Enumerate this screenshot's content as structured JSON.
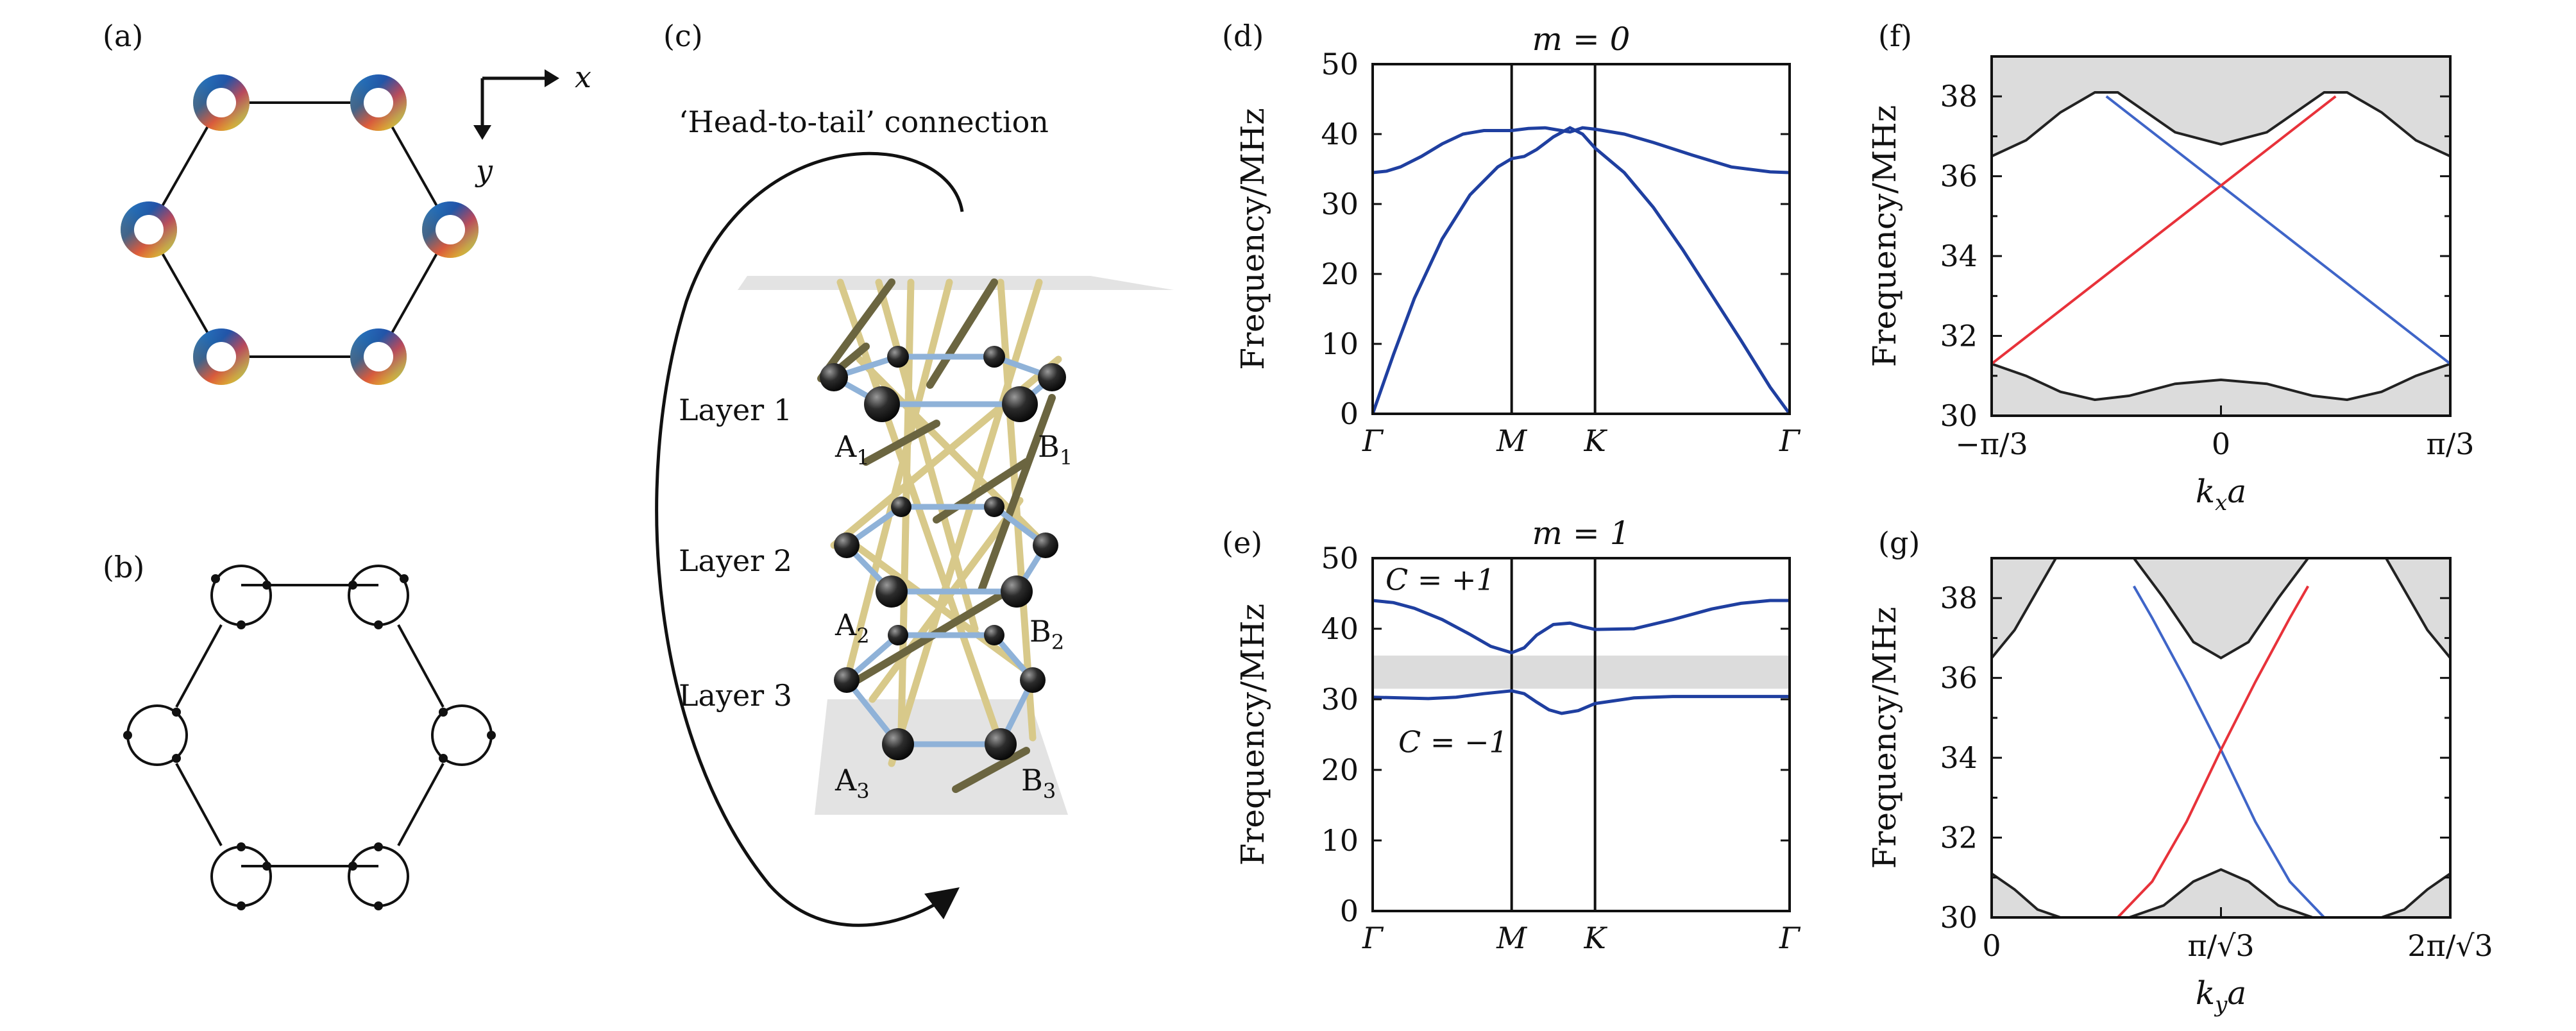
{
  "panel_labels": {
    "a": "(a)",
    "b": "(b)",
    "c": "(c)",
    "d": "(d)",
    "e": "(e)",
    "f": "(f)",
    "g": "(g)"
  },
  "panel_a": {
    "x_axis": "x",
    "y_axis": "y"
  },
  "panel_c": {
    "caption": "‘Head-to-tail’ connection",
    "layers": [
      "Layer 1",
      "Layer 2",
      "Layer 3"
    ],
    "sites": [
      {
        "base": "A",
        "sub": "1"
      },
      {
        "base": "B",
        "sub": "1"
      },
      {
        "base": "A",
        "sub": "2"
      },
      {
        "base": "B",
        "sub": "2"
      },
      {
        "base": "A",
        "sub": "3"
      },
      {
        "base": "B",
        "sub": "3"
      }
    ]
  },
  "colors": {
    "band_blue": "#1f3fa0",
    "edge_red": "#e8323a",
    "edge_blue": "#3f65c8",
    "gap_gray": "#dcdcdc",
    "bulk_black": "#222222"
  },
  "chart_data": [
    {
      "id": "d",
      "type": "line",
      "title": "m = 0",
      "ylabel": "Frequency/MHz",
      "ylim": [
        0,
        50
      ],
      "yticks": [
        "0",
        "10",
        "20",
        "30",
        "40",
        "50"
      ],
      "xticks": [
        "Γ",
        "M",
        "K",
        "Γ"
      ],
      "series": [
        {
          "x": [
            0,
            0.1,
            0.2,
            0.35,
            0.5,
            0.65,
            0.8,
            1.0,
            1.2,
            1.4,
            1.55,
            1.7,
            1.85,
            2.0,
            2.15,
            2.3,
            2.5,
            2.7,
            2.9,
            3.0
          ],
          "y": [
            34.5,
            34.7,
            35.3,
            36.8,
            38.6,
            40.0,
            40.5,
            40.5,
            40.8,
            40.9,
            40.6,
            40.3,
            40.9,
            40.7,
            40.0,
            38.8,
            37.0,
            35.3,
            34.6,
            34.5
          ]
        },
        {
          "x": [
            0,
            0.15,
            0.3,
            0.5,
            0.7,
            0.9,
            1.0,
            1.15,
            1.3,
            1.5,
            1.7,
            1.85,
            2.0,
            2.15,
            2.3,
            2.45,
            2.6,
            2.75,
            2.9,
            3.0
          ],
          "y": [
            0,
            8.5,
            16.5,
            25.0,
            31.3,
            35.3,
            36.5,
            36.8,
            37.8,
            39.6,
            40.9,
            40.0,
            38.0,
            34.5,
            29.5,
            23.5,
            17.0,
            10.5,
            3.8,
            0
          ]
        }
      ]
    },
    {
      "id": "e",
      "type": "line",
      "title": "m = 1",
      "ylabel": "Frequency/MHz",
      "ylim": [
        0,
        50
      ],
      "yticks": [
        "0",
        "10",
        "20",
        "30",
        "40",
        "50"
      ],
      "xticks": [
        "Γ",
        "M",
        "K",
        "Γ"
      ],
      "gap": [
        31.5,
        36.2
      ],
      "annotations": [
        "C = +1",
        "C = −1"
      ],
      "series": [
        {
          "x": [
            0,
            0.15,
            0.3,
            0.5,
            0.7,
            0.85,
            1.0,
            1.15,
            1.3,
            1.5,
            1.7,
            1.85,
            2.0,
            2.2,
            2.4,
            2.6,
            2.75,
            2.9,
            3.0
          ],
          "y": [
            44.0,
            43.7,
            42.9,
            41.3,
            39.2,
            37.5,
            36.6,
            37.3,
            39.1,
            40.6,
            40.8,
            40.3,
            39.9,
            40.0,
            41.3,
            42.8,
            43.6,
            44.0,
            44.0
          ]
        },
        {
          "x": [
            0,
            0.2,
            0.4,
            0.6,
            0.8,
            1.0,
            1.15,
            1.3,
            1.45,
            1.6,
            1.8,
            2.0,
            2.2,
            2.4,
            2.6,
            2.8,
            3.0
          ],
          "y": [
            30.3,
            30.2,
            30.1,
            30.3,
            30.8,
            31.2,
            30.8,
            29.6,
            28.5,
            28.0,
            28.4,
            29.4,
            30.2,
            30.4,
            30.4,
            30.4,
            30.4
          ]
        }
      ]
    },
    {
      "id": "f",
      "type": "line",
      "ylabel": "Frequency/MHz",
      "xlabel": "k_x a",
      "ylim": [
        30,
        39
      ],
      "xlim": [
        -1,
        1
      ],
      "yticks": [
        "30",
        "32",
        "34",
        "36",
        "38"
      ],
      "xticks": [
        "−π/3",
        "0",
        "π/3"
      ],
      "upper_bulk": {
        "x": [
          -1,
          -0.85,
          -0.7,
          -0.55,
          -0.45,
          -0.35,
          -0.2,
          0,
          0.2,
          0.35,
          0.45,
          0.55,
          0.7,
          0.85,
          1
        ],
        "y": [
          36.5,
          36.9,
          37.6,
          38.1,
          38.1,
          37.7,
          37.1,
          36.8,
          37.1,
          37.7,
          38.1,
          38.1,
          37.6,
          36.9,
          36.5
        ]
      },
      "lower_bulk": {
        "x": [
          -1,
          -0.85,
          -0.7,
          -0.55,
          -0.4,
          -0.2,
          0,
          0.2,
          0.4,
          0.55,
          0.7,
          0.85,
          1
        ],
        "y": [
          31.3,
          31.0,
          30.6,
          30.4,
          30.5,
          30.8,
          30.9,
          30.8,
          30.5,
          30.4,
          30.6,
          31.0,
          31.3
        ]
      },
      "edge_red": {
        "x": [
          -1,
          0.5
        ],
        "y": [
          31.3,
          38.0
        ]
      },
      "edge_blue": {
        "x": [
          -0.5,
          1
        ],
        "y": [
          38.0,
          31.3
        ]
      }
    },
    {
      "id": "g",
      "type": "line",
      "ylabel": "Frequency/MHz",
      "xlabel": "k_y a",
      "ylim": [
        30,
        39
      ],
      "xlim": [
        0,
        2
      ],
      "yticks": [
        "30",
        "32",
        "34",
        "36",
        "38"
      ],
      "xticks": [
        "0",
        "π/√3",
        "2π/√3"
      ],
      "upper_bulk": {
        "x": [
          0,
          0.1,
          0.2,
          0.28,
          0.36,
          0.5,
          0.62,
          0.75,
          0.88,
          1.0,
          1.12,
          1.25,
          1.38,
          1.5,
          1.64,
          1.72,
          1.8,
          1.9,
          2.0
        ],
        "y": [
          36.5,
          37.2,
          38.2,
          39.2,
          39.5,
          39.5,
          39.2,
          38.0,
          36.9,
          36.5,
          36.9,
          38.0,
          39.2,
          39.5,
          39.5,
          39.2,
          38.2,
          37.2,
          36.5
        ]
      },
      "lower_bulk": {
        "x": [
          0,
          0.1,
          0.2,
          0.3,
          0.45,
          0.6,
          0.75,
          0.88,
          1.0,
          1.12,
          1.25,
          1.4,
          1.55,
          1.7,
          1.8,
          1.9,
          2.0
        ],
        "y": [
          31.1,
          30.7,
          30.2,
          30.0,
          30.0,
          30.0,
          30.3,
          30.9,
          31.2,
          30.9,
          30.3,
          30.0,
          30.0,
          30.0,
          30.2,
          30.7,
          31.1
        ]
      },
      "edge_red": {
        "x": [
          0.55,
          0.7,
          0.85,
          1.0,
          1.15,
          1.3,
          1.38
        ],
        "y": [
          30.0,
          30.9,
          32.4,
          34.2,
          35.9,
          37.5,
          38.3
        ]
      },
      "edge_blue": {
        "x": [
          0.62,
          0.7,
          0.85,
          1.0,
          1.15,
          1.3,
          1.45
        ],
        "y": [
          38.3,
          37.5,
          35.9,
          34.2,
          32.4,
          30.9,
          30.0
        ]
      }
    }
  ]
}
